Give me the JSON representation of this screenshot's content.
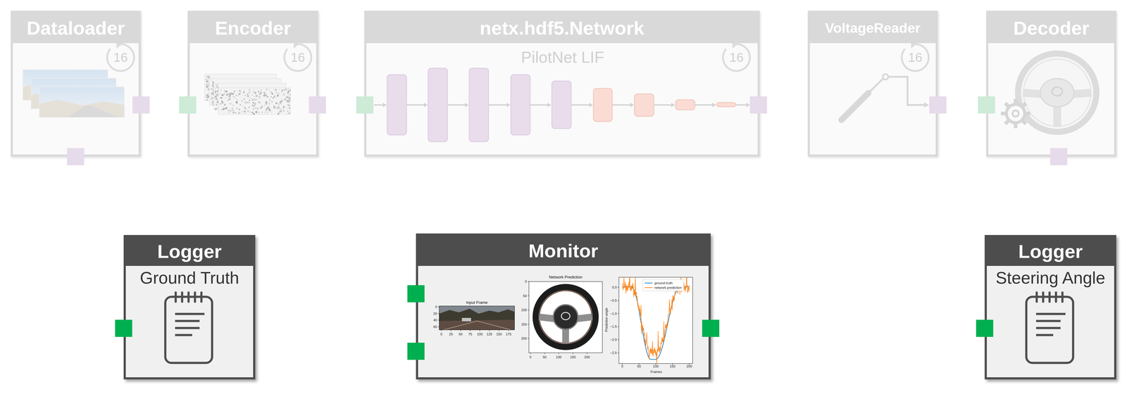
{
  "diagram": {
    "nodes": [
      {
        "text": [
          "Dataloader"
        ]
      },
      {
        "text": [
          "Encoder"
        ]
      },
      {
        "text": [
          "netx.hdf5.Network",
          "PilotNet LIF"
        ]
      },
      {
        "text": [
          "VoltageReader"
        ]
      },
      {
        "text": [
          "Decoder"
        ]
      },
      {
        "text": [
          "Logger",
          "Ground Truth"
        ]
      },
      {
        "text": [
          "Monitor"
        ]
      },
      {
        "text": [
          "Logger",
          "Steering Angle"
        ]
      }
    ],
    "labels": [
      "16",
      "16",
      "16",
      "16",
      "Input Frame",
      "0",
      "20",
      "40",
      "60",
      "0",
      "25",
      "50",
      "75",
      "100",
      "125",
      "150",
      "175",
      "Network Prediction",
      "0",
      "50",
      "100",
      "150",
      "200",
      "0",
      "50",
      "100",
      "150",
      "200",
      "0.0",
      "−0.5",
      "−1.0",
      "−1.5",
      "−2.0",
      "−2.5",
      "0",
      "50",
      "100",
      "150",
      "200",
      "Frames",
      "Prediction angle"
    ],
    "legend": [
      {
        "text": "ground truth"
      },
      {
        "text": "network prediction"
      }
    ]
  }
}
